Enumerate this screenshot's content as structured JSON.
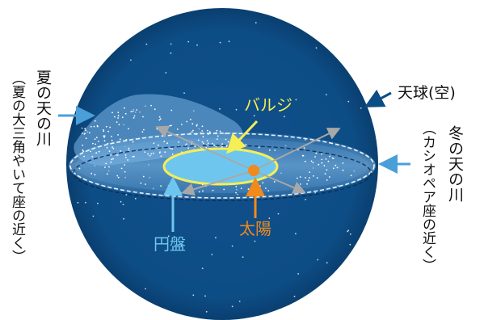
{
  "labels": {
    "celestial_sphere": "天球(空)",
    "summer_milky_way": "夏の天の川",
    "summer_note": "（夏の大三角やいて座の近く）",
    "winter_milky_way": "冬の天の川",
    "winter_note": "（カシオペア座の近く）",
    "bulge": "バルジ",
    "sun": "太陽",
    "disk": "円盤"
  },
  "colors": {
    "sphere": "#0d4d86",
    "arrow_blue": "#4a9fd8",
    "bulge": "#f5ee55",
    "disk": "#6ec6ef",
    "sun": "#f08a1c",
    "gray_arrow": "#a8a8a8",
    "celestial_arrow": "#0d4d86"
  }
}
